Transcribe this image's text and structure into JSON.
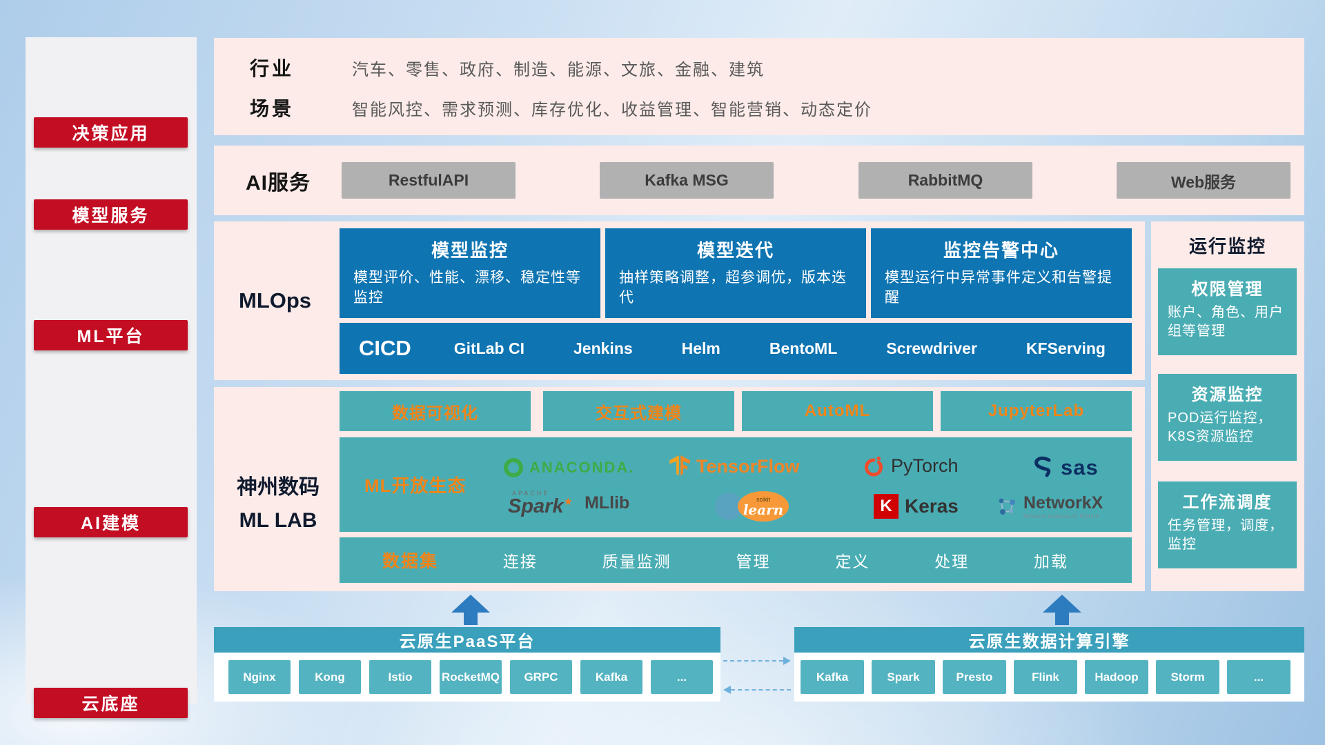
{
  "sidebar": {
    "items": [
      {
        "label": "决策应用"
      },
      {
        "label": "模型服务"
      },
      {
        "label": "ML平台"
      },
      {
        "label": "AI建模"
      },
      {
        "label": "云底座"
      }
    ]
  },
  "decision_panel": {
    "rows": [
      {
        "label": "行业",
        "value": "汽车、零售、政府、制造、能源、文旅、金融、建筑"
      },
      {
        "label": "场景",
        "value": "智能风控、需求预测、库存优化、收益管理、智能营销、动态定价"
      }
    ]
  },
  "service_panel": {
    "label": "AI服务",
    "items": [
      "RestfulAPI",
      "Kafka MSG",
      "RabbitMQ",
      "Web服务"
    ]
  },
  "mlops_panel": {
    "label": "MLOps",
    "cards": [
      {
        "title": "模型监控",
        "desc": "模型评价、性能、漂移、稳定性等监控"
      },
      {
        "title": "模型迭代",
        "desc": "抽样策略调整，超参调优，版本迭代"
      },
      {
        "title": "监控告警中心",
        "desc": "模型运行中异常事件定义和告警提醒"
      }
    ],
    "cicd_label": "CICD",
    "cicd_items": [
      "GitLab CI",
      "Jenkins",
      "Helm",
      "BentoML",
      "Screwdriver",
      "KFServing"
    ]
  },
  "monitor_panel": {
    "title": "运行监控",
    "cards": [
      {
        "title": "权限管理",
        "desc": "账户、角色、用户组等管理"
      },
      {
        "title": "资源监控",
        "desc": "POD运行监控，K8S资源监控"
      },
      {
        "title": "工作流调度",
        "desc": "任务管理，调度，监控"
      }
    ]
  },
  "mllab_panel": {
    "label_line1": "神州数码",
    "label_line2": "ML LAB",
    "tools": [
      "数据可视化",
      "交互式建模",
      "AutoML",
      "JupyterLab"
    ],
    "eco_label": "ML开放生态",
    "logos": {
      "anaconda": "ANACONDA.",
      "tensorflow": "TensorFlow",
      "pytorch": "PyTorch",
      "sas": "sas",
      "spark_caption": "APACHE",
      "spark": "Spark",
      "mllib": "MLlib",
      "sklearn_caption": "scikit",
      "sklearn": "learn",
      "keras_k": "K",
      "keras": "Keras",
      "networkx": "NetworkX",
      "networkx_caption": "Network Analysis in Python"
    },
    "dataset_label": "数据集",
    "dataset_items": [
      "连接",
      "质量监测",
      "管理",
      "定义",
      "处理",
      "加载"
    ]
  },
  "cloud_paas": {
    "title": "云原生PaaS平台",
    "items": [
      "Nginx",
      "Kong",
      "Istio",
      "RocketMQ",
      "GRPC",
      "Kafka",
      "..."
    ]
  },
  "cloud_engine": {
    "title": "云原生数据计算引擎",
    "items": [
      "Kafka",
      "Spark",
      "Presto",
      "Flink",
      "Hadoop",
      "Storm",
      "..."
    ]
  },
  "colors": {
    "red": "#c30d23",
    "pink": "#fcebe8",
    "blue": "#0e74b2",
    "teal": "#4badb4",
    "teal_dark": "#3aa0bc",
    "orange": "#f08519"
  }
}
